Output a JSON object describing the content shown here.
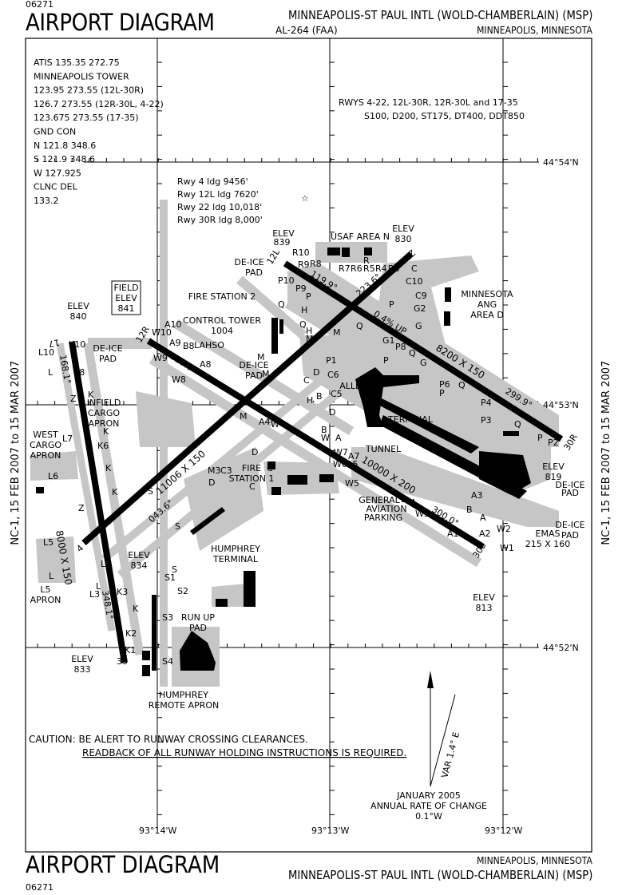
{
  "header": {
    "chart_number": "06271",
    "title": "AIRPORT DIAGRAM",
    "airport": "MINNEAPOLIS-ST PAUL INTL (WOLD-CHAMBERLAIN) (MSP)",
    "al_number": "AL-264 (FAA)",
    "city": "MINNEAPOLIS, MINNESOTA"
  },
  "effective_dates": "NC-1, 15 FEB 2007 to 15 MAR 2007",
  "frequencies": [
    "ATIS  135.35  272.75",
    "MINNEAPOLIS TOWER",
    "123.95  273.55 (12L-30R)",
    "126.7  273.55 (12R-30L, 4-22)",
    "123.675  273.55 (17-35)",
    "GND CON",
    "N 121.8 348.6",
    "S 121.9 348.6",
    "W 127.925",
    "CLNC DEL",
    "133.2"
  ],
  "runway_strength": [
    "RWYS  4-22, 12L-30R, 12R-30L and 17-35",
    "S100, D200, ST175, DT400, DDT850"
  ],
  "landing_distances": [
    "Rwy 4 ldg 9456'",
    "Rwy 12L ldg 7620'",
    "Rwy 22 ldg 10,018'",
    "Rwy 30R ldg 8,000'"
  ],
  "graticule": {
    "lat": [
      "44°54'N",
      "44°53'N",
      "44°52'N"
    ],
    "lon": [
      "93°14'W",
      "93°13'W",
      "93°12'W"
    ]
  },
  "runways": {
    "r4_22": {
      "dims": "11006 X 150",
      "hdg": "043.6°",
      "hdg2": "223.6°",
      "end1": "4",
      "end2": "22"
    },
    "r12r_30l": {
      "dims": "10000 X 200",
      "hdg": "120.0°",
      "hdg2": "300.0°",
      "end1": "12R",
      "end2": "30L"
    },
    "r12l_30r": {
      "dims": "8200 X 150",
      "hdg": "119.9°",
      "hdg2": "299.9°",
      "end1": "12L",
      "end2": "30R",
      "slope": "0.4% UP"
    },
    "r17_35": {
      "dims": "8000 X 150",
      "hdg": "168.1°",
      "hdg2": "348.1°",
      "end1": "17",
      "end2": "35"
    }
  },
  "elevations": {
    "field": [
      "FIELD",
      "ELEV",
      "841"
    ],
    "e840": [
      "ELEV",
      "840"
    ],
    "e839": [
      "ELEV",
      "839"
    ],
    "e830": [
      "ELEV",
      "830"
    ],
    "e819": [
      "ELEV",
      "819"
    ],
    "e813": [
      "ELEV",
      "813"
    ],
    "e834": [
      "ELEV",
      "834"
    ],
    "e833": [
      "ELEV",
      "833"
    ]
  },
  "facilities": {
    "usaf": "USAF AREA N",
    "ang": [
      "MINNESOTA",
      "ANG",
      "AREA D"
    ],
    "fire2": "FIRE STATION 2",
    "tower": [
      "CONTROL TOWER",
      "1004"
    ],
    "lahso": "LAHSO",
    "deice_nw": [
      "DE-ICE",
      "PAD"
    ],
    "deice_n": [
      "DE-ICE",
      "PAD"
    ],
    "deice_c": [
      "DE-ICE",
      "PAD"
    ],
    "deice_e1": [
      "DE-ICE",
      "PAD"
    ],
    "deice_e2": [
      "DE-ICE",
      "PAD"
    ],
    "alley": "ALLEY",
    "terminal": "TERMINAL",
    "tunnel": "TUNNEL",
    "west_cargo": [
      "WEST",
      "CARGO",
      "APRON"
    ],
    "infield_cargo": [
      "INFIELD",
      "CARGO",
      "APRON"
    ],
    "fire1": [
      "FIRE",
      "STATION 1"
    ],
    "ga": [
      "GENERAL",
      "AVIATION",
      "PARKING"
    ],
    "humphrey": [
      "HUMPHREY",
      "TERMINAL"
    ],
    "l5_apron": [
      "L5",
      "APRON"
    ],
    "runup": [
      "RUN UP",
      "PAD"
    ],
    "remote": [
      "HUMPHREY",
      "REMOTE APRON"
    ],
    "emas": [
      "EMAS",
      "215 X 160"
    ]
  },
  "taxiways": [
    "L10",
    "K10",
    "K8",
    "K",
    "K",
    "K6",
    "K",
    "K",
    "L4",
    "L",
    "L3",
    "K3",
    "K",
    "K2",
    "K1",
    "L",
    "L7",
    "L6",
    "L5",
    "L",
    "Z",
    "Z",
    "A10",
    "W10",
    "A9",
    "W9",
    "B8",
    "A8",
    "W8",
    "M",
    "M",
    "M3",
    "M",
    "C",
    "C",
    "C3",
    "D",
    "D",
    "S",
    "S",
    "S",
    "S1",
    "S2",
    "S3",
    "S4",
    "R10",
    "R9",
    "R8",
    "R7",
    "R6",
    "R5",
    "R4",
    "R3",
    "R",
    "P10",
    "P9",
    "P",
    "Q",
    "H",
    "Q",
    "H",
    "M",
    "M",
    "Q",
    "P",
    "C",
    "C10",
    "C9",
    "G2",
    "G",
    "G1",
    "P8",
    "P",
    "Q",
    "G",
    "P6",
    "P",
    "Q",
    "P4",
    "P3",
    "Q",
    "P",
    "P2",
    "P1",
    "C6",
    "C5",
    "D",
    "C",
    "H",
    "B",
    "D",
    "B",
    "A",
    "A7",
    "A5",
    "A4",
    "W",
    "W7",
    "W6",
    "W5",
    "B",
    "A",
    "W3",
    "A3",
    "B",
    "A",
    "A2",
    "W2",
    "W1",
    "A1",
    "W",
    "W"
  ],
  "caution": [
    "CAUTION: BE ALERT TO RUNWAY CROSSING CLEARANCES.",
    "READBACK OF ALL RUNWAY HOLDING INSTRUCTIONS IS REQUIRED."
  ],
  "magnetic": {
    "var": "VAR 1.4° E",
    "date": "JANUARY 2005",
    "rate_label": "ANNUAL RATE OF CHANGE",
    "rate": "0.1°W"
  }
}
